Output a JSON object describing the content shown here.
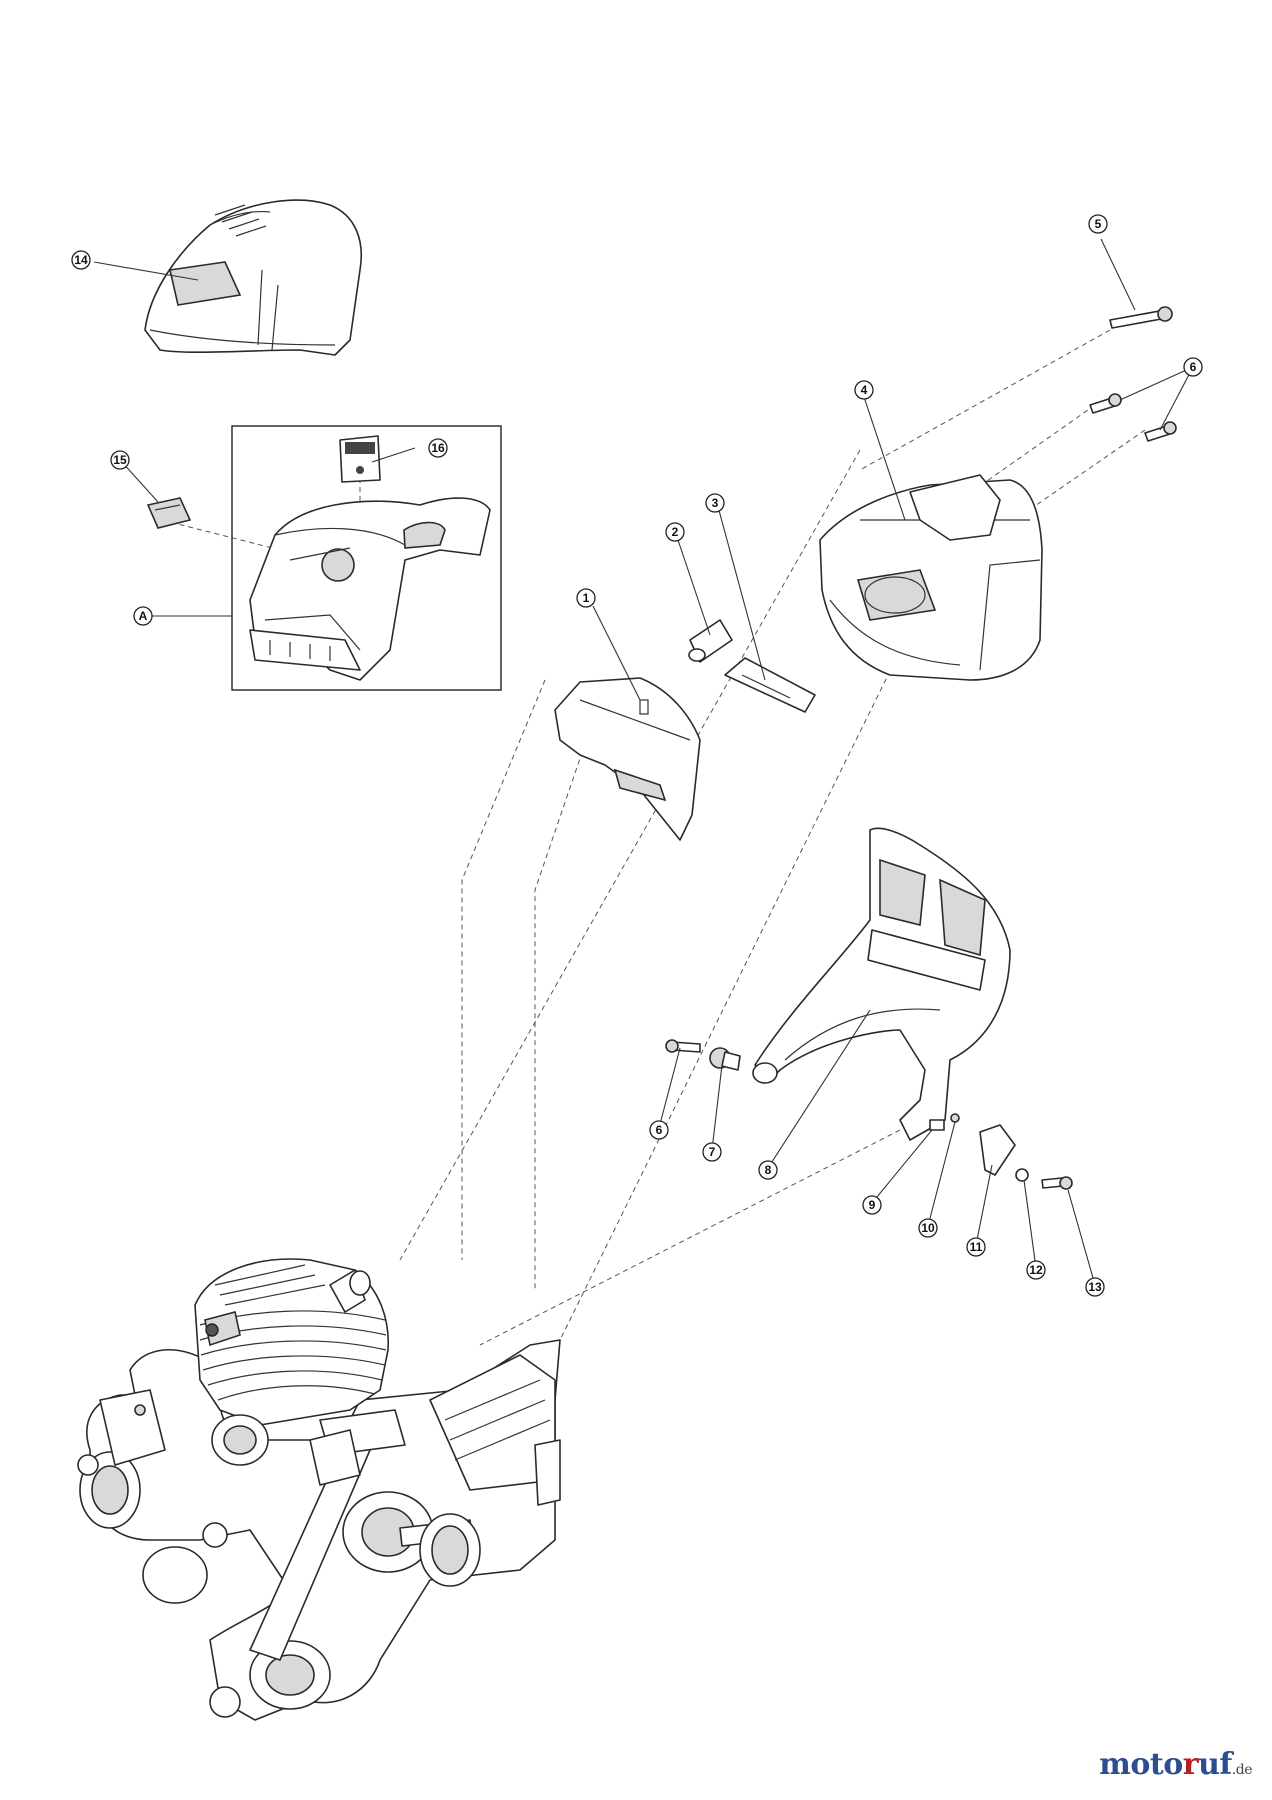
{
  "callouts": {
    "c1": "1",
    "c2": "2",
    "c3": "3",
    "c4": "4",
    "c5": "5",
    "c6a": "6",
    "c6b": "6",
    "c7": "7",
    "c8": "8",
    "c9": "9",
    "c10": "10",
    "c11": "11",
    "c12": "12",
    "c13": "13",
    "c14": "14",
    "c15": "15",
    "c16": "16",
    "cA": "A"
  },
  "brand": {
    "part1": "moto",
    "part2": "r",
    "part3": "uf",
    "domain": ".de"
  }
}
